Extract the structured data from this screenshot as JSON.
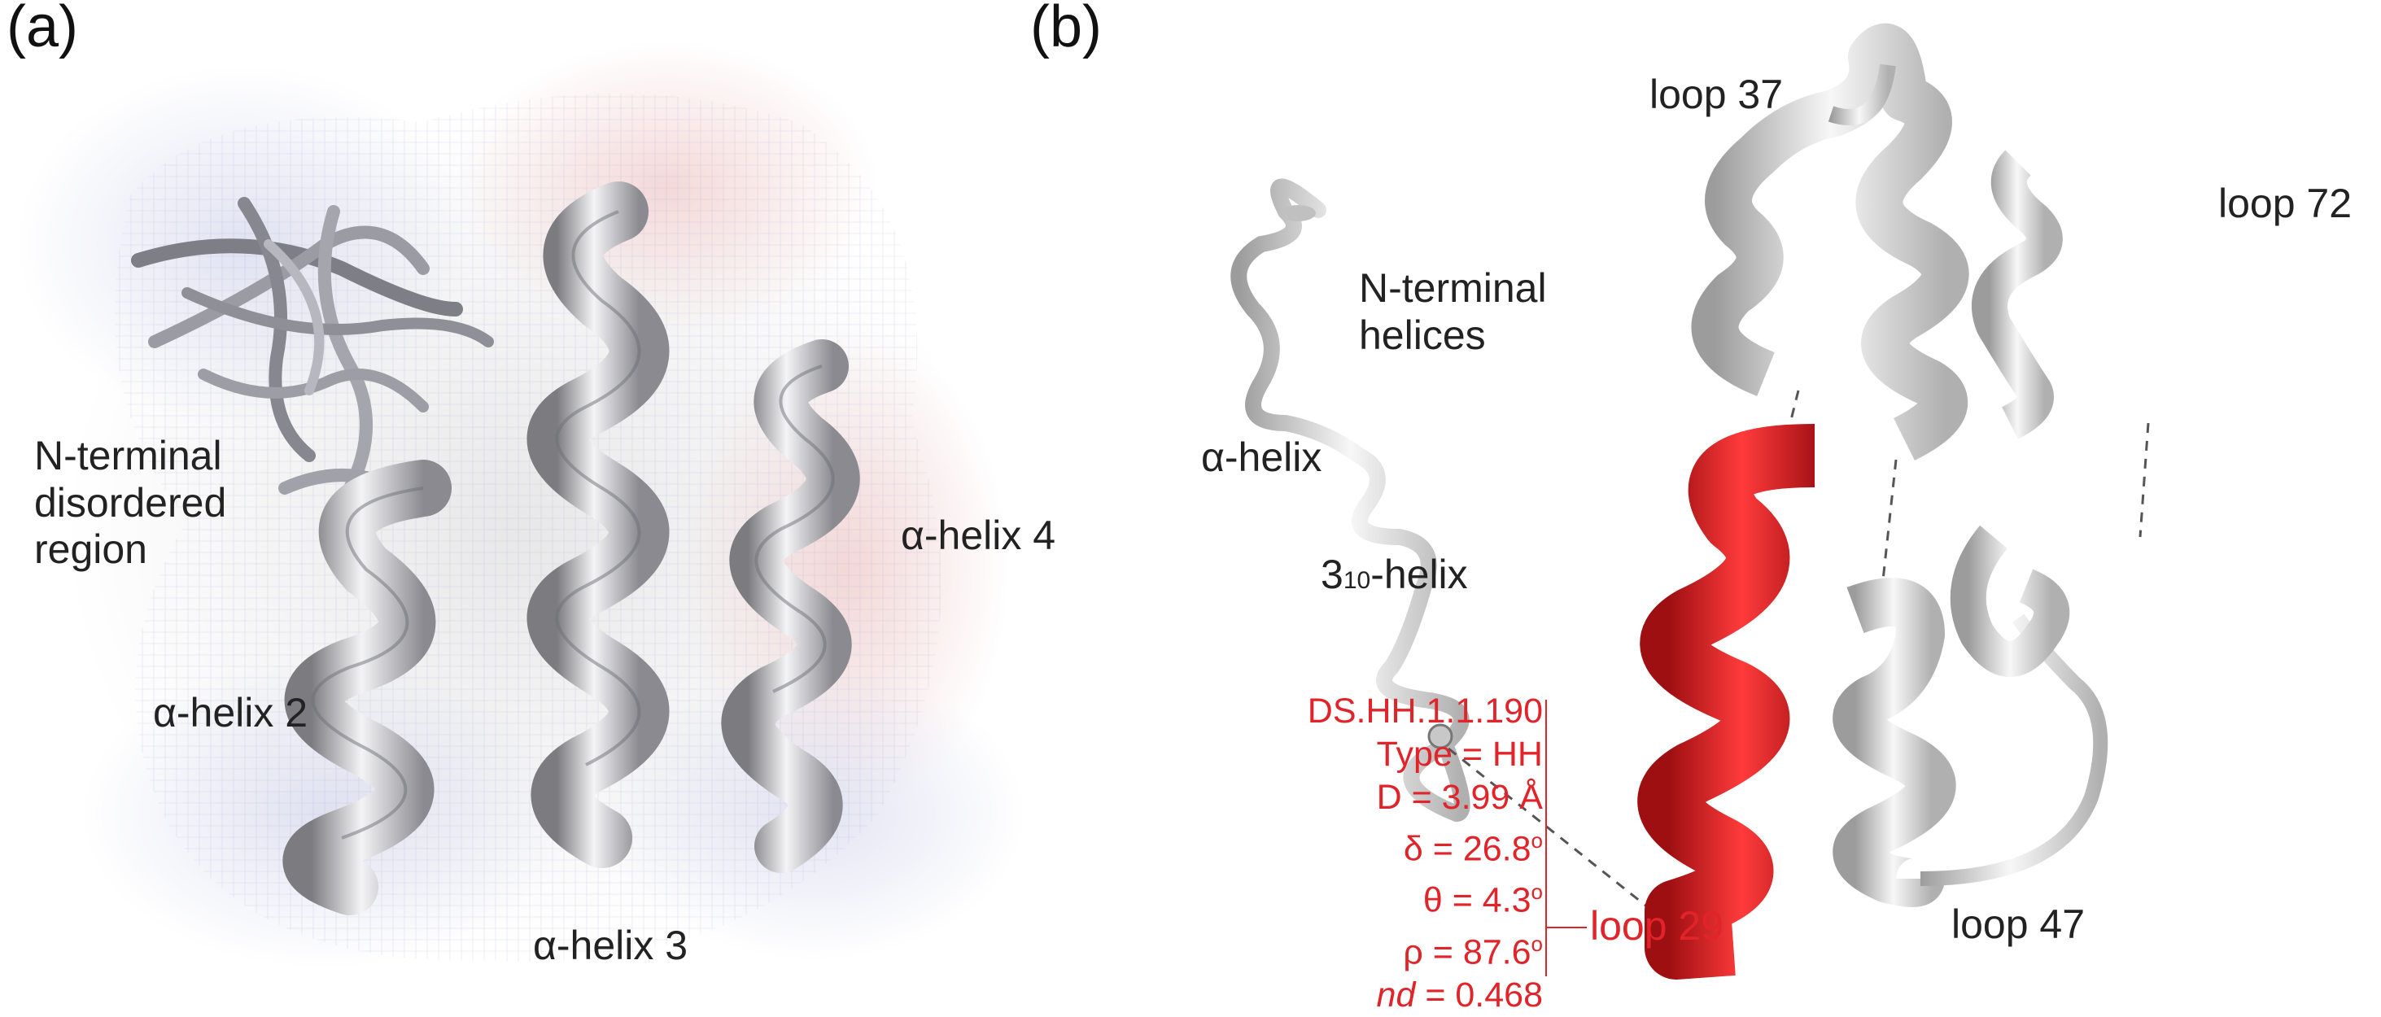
{
  "panel_a": {
    "letter": "(a)",
    "labels": {
      "n_terminal": [
        "N-terminal",
        "disordered",
        "region"
      ],
      "helix2": "α-helix 2",
      "helix3": "α-helix 3",
      "helix4": "α-helix 4"
    }
  },
  "panel_b": {
    "letter": "(b)",
    "labels": {
      "n_terminal_helices": [
        "N-terminal",
        "helices"
      ],
      "alpha_helix": "α-helix",
      "three10_base": "3",
      "three10_sub": "10",
      "three10_rest": "-helix",
      "loop37": "loop 37",
      "loop72": "loop 72",
      "loop47": "loop 47",
      "loop29": "loop 29"
    },
    "info_box": {
      "id": "DS.HH.1.1.190",
      "type": "Type = HH",
      "d": "D = 3.99 Å",
      "delta": "δ = 26.8",
      "theta": "θ = 4.3",
      "rho": "ρ = 87.6",
      "degree": "o",
      "nd_label": "nd",
      "nd_value": " = 0.468"
    },
    "colors": {
      "highlight": "#e1232a",
      "ribbon": "#e8e8e8"
    }
  }
}
